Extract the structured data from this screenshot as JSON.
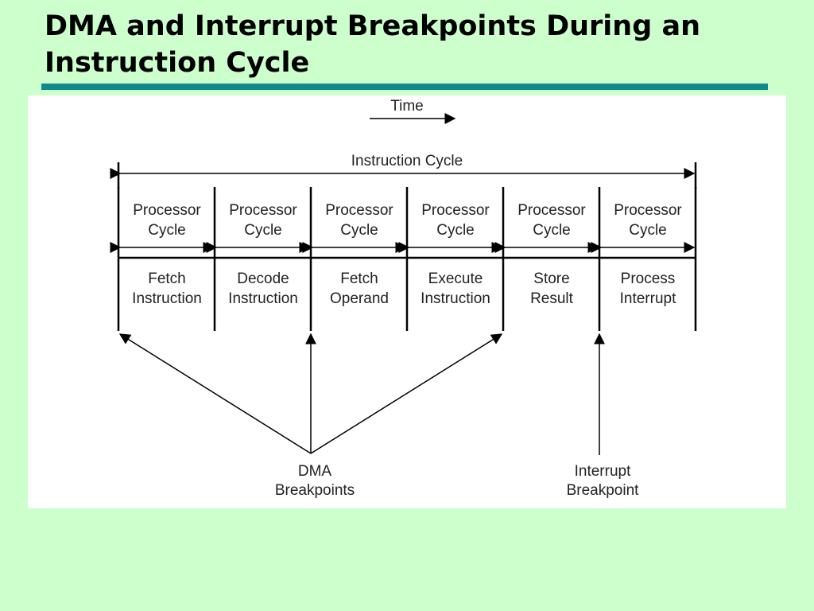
{
  "slide": {
    "title_line1": "DMA and Interrupt Breakpoints During an",
    "title_line2": "Instruction Cycle",
    "accent_color": "#0e8a8a",
    "background_color": "#ccffcc"
  },
  "diagram": {
    "time_label": "Time",
    "instruction_cycle_label": "Instruction Cycle",
    "processor_cycle_line1": "Processor",
    "processor_cycle_line2": "Cycle",
    "stages": [
      {
        "line1": "Fetch",
        "line2": "Instruction"
      },
      {
        "line1": "Decode",
        "line2": "Instruction"
      },
      {
        "line1": "Fetch",
        "line2": "Operand"
      },
      {
        "line1": "Execute",
        "line2": "Instruction"
      },
      {
        "line1": "Store",
        "line2": "Result"
      },
      {
        "line1": "Process",
        "line2": "Interrupt"
      }
    ],
    "dma_label_line1": "DMA",
    "dma_label_line2": "Breakpoints",
    "interrupt_label_line1": "Interrupt",
    "interrupt_label_line2": "Breakpoint"
  }
}
